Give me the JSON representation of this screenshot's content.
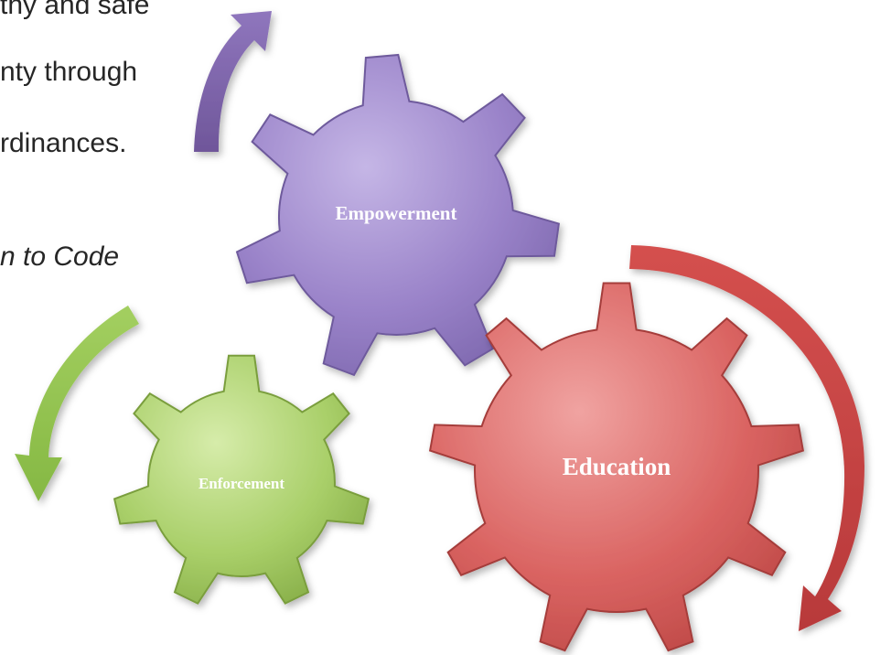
{
  "body_text": {
    "line1": "thy and safe",
    "line2": "nty through",
    "line3": "rdinances.",
    "italic_line": "n to Code"
  },
  "gears": {
    "empowerment": {
      "label": "Empowerment",
      "color": "#9b85c8"
    },
    "education": {
      "label": "Education",
      "color": "#d9605f"
    },
    "enforcement": {
      "label": "Enforcement",
      "color": "#a6cc64"
    }
  },
  "arrows": {
    "purple_arrow": {
      "color": "#7d62a8"
    },
    "red_arrow": {
      "color": "#c9403e"
    },
    "green_arrow": {
      "color": "#8ebf47"
    }
  }
}
